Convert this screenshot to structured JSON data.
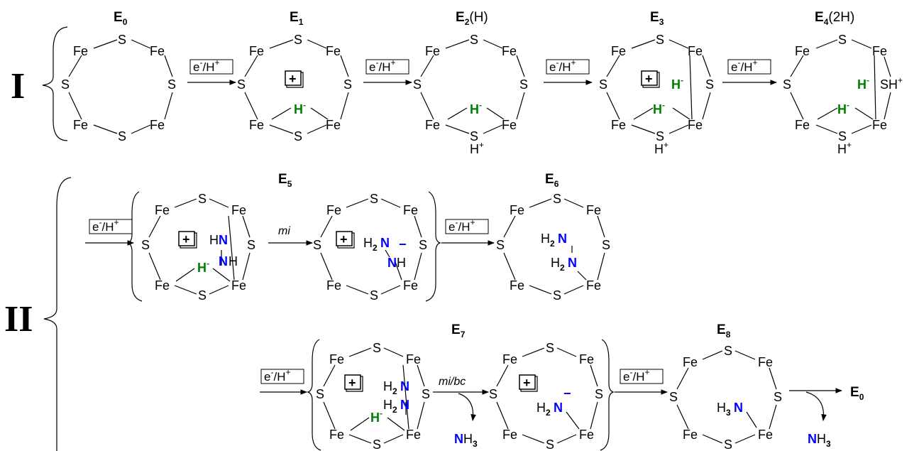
{
  "section_labels": [
    "I",
    "II"
  ],
  "states": {
    "E0": "E",
    "E0_sub": "0",
    "E1": "E",
    "E1_sub": "1",
    "E2": "E",
    "E2_sub": "2",
    "E2_suffix": "(H)",
    "E3": "E",
    "E3_sub": "3",
    "E4": "E",
    "E4_sub": "4",
    "E4_suffix": "(2H)",
    "E5": "E",
    "E5_sub": "5",
    "E6": "E",
    "E6_sub": "6",
    "E7": "E",
    "E7_sub": "7",
    "E8": "E",
    "E8_sub": "8",
    "final": "E",
    "final_sub": "0"
  },
  "atoms": {
    "fe": "Fe",
    "s": "S",
    "sh": "SH",
    "h": "H",
    "n": "N",
    "nh": "NH",
    "plus": "+",
    "minus": "−"
  },
  "step_label": {
    "e": "e",
    "minus": "-",
    "slash": "/H",
    "plus": "+"
  },
  "annotations": {
    "mi": "mi",
    "mi_bc": "mi/bc",
    "nh3_n": "N",
    "nh3_h": "H",
    "nh3_sub": "3"
  },
  "colors": {
    "hydride": "#008000",
    "nitrogen": "#0000ff"
  }
}
